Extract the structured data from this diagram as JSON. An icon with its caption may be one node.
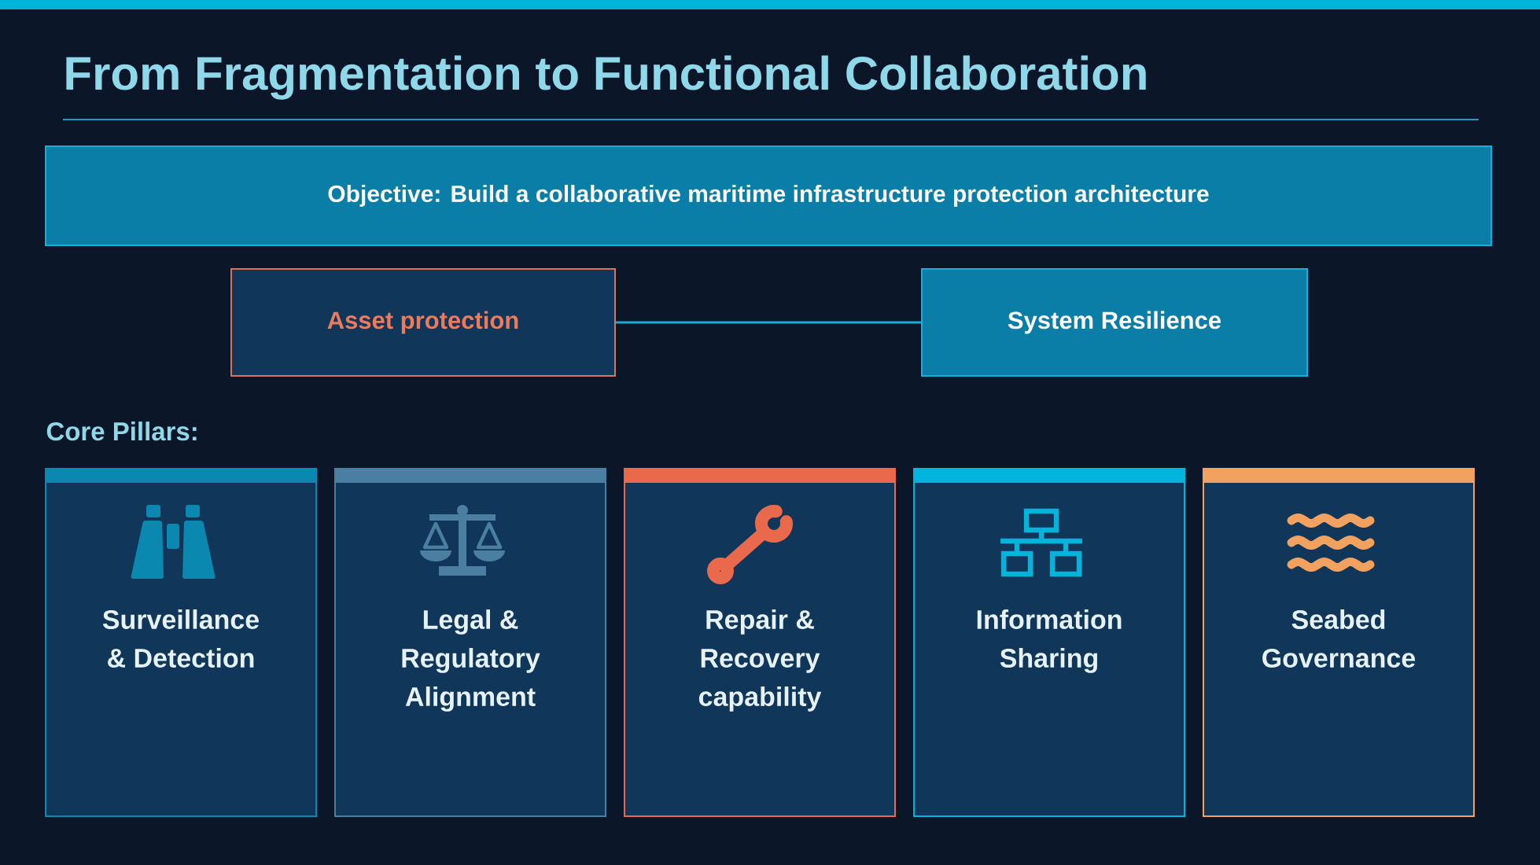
{
  "diagram": {
    "title": "From Fragmentation to Functional Collaboration",
    "nodes": [
      {
        "text": [
          "Objective: Build a collaborative maritime infrastructure protection architecture"
        ]
      },
      {
        "text": [
          "Asset protection"
        ]
      },
      {
        "text": [
          "System Resilience"
        ]
      },
      {
        "text": [
          "Surveillance & Detection"
        ]
      },
      {
        "text": [
          "Legal & Regulatory Alignment"
        ]
      },
      {
        "text": [
          "Repair & Recovery capability"
        ]
      },
      {
        "text": [
          "Information Sharing"
        ]
      },
      {
        "text": [
          "Seabed Governance"
        ]
      }
    ],
    "edges": [
      {
        "from": 1,
        "to": 2,
        "arrow": "none"
      }
    ],
    "labels": [
      "Core Pillars:"
    ]
  }
}
